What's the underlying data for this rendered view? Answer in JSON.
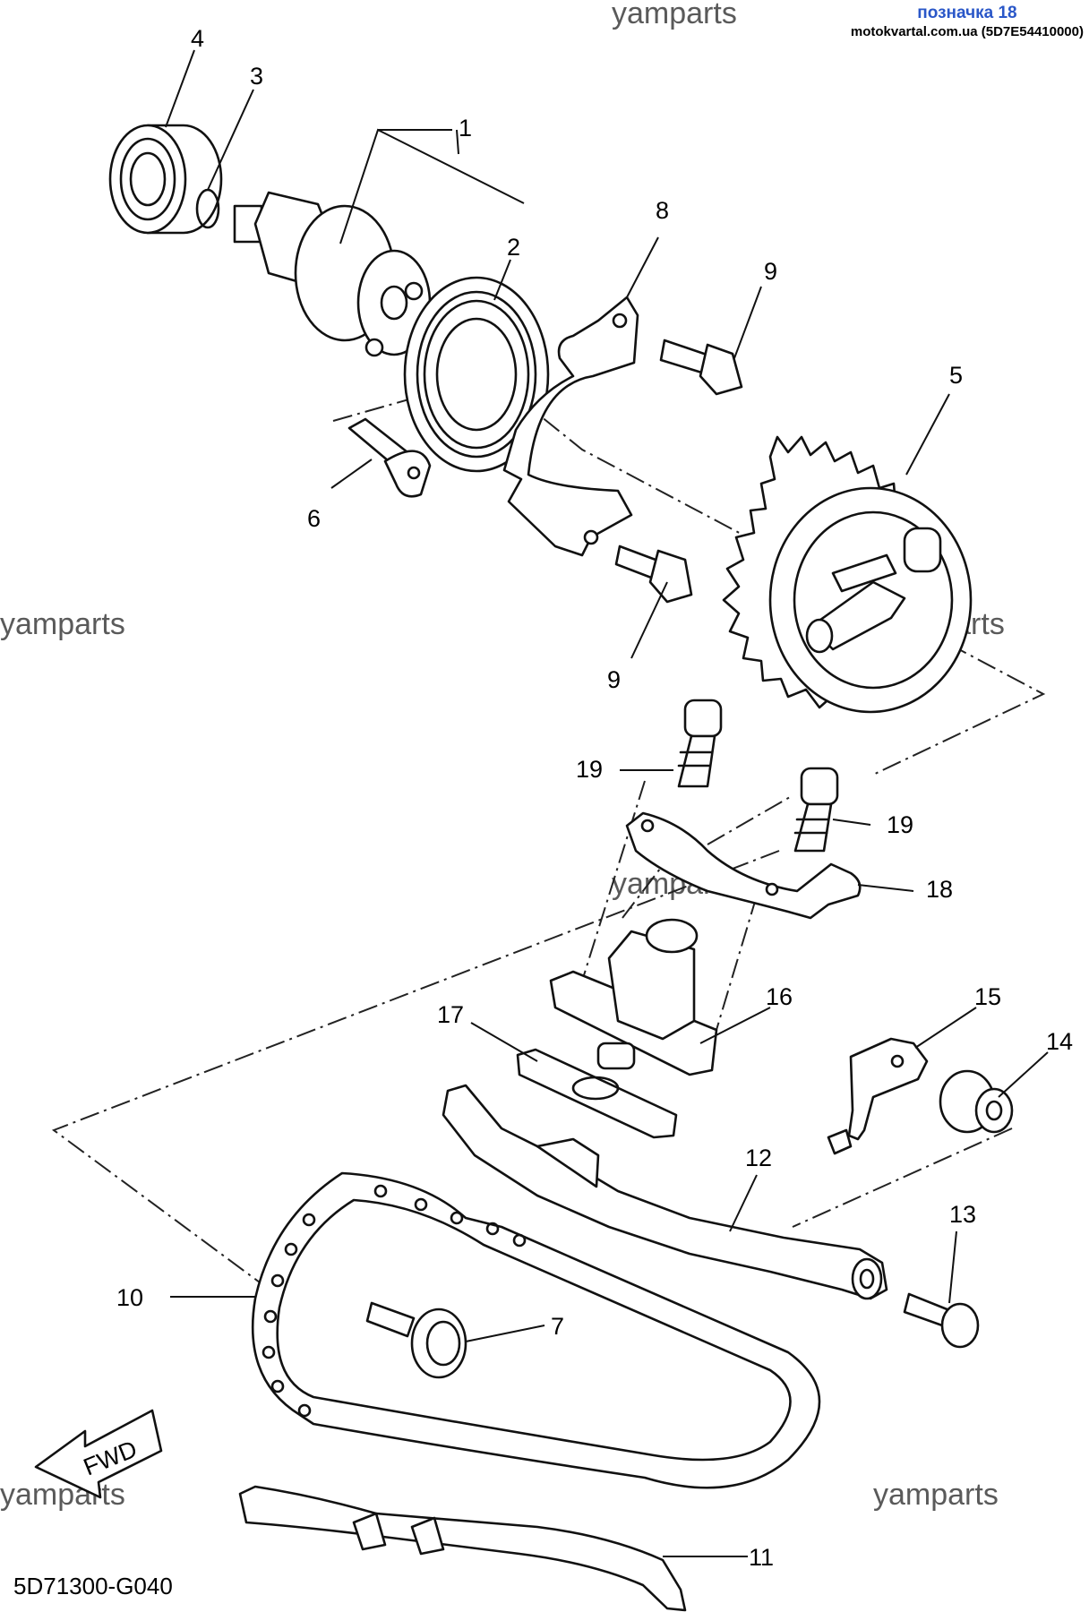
{
  "watermark": "yamparts",
  "tag": {
    "title": "позначка 18",
    "site": "motokvartal.com.ua (5D7E54410000)"
  },
  "diagram_code": "5D71300-G040",
  "fwd_label": "FWD",
  "callouts": {
    "c1": "1",
    "c2": "2",
    "c3": "3",
    "c4": "4",
    "c5": "5",
    "c6": "6",
    "c7": "7",
    "c8": "8",
    "c9a": "9",
    "c9b": "9",
    "c10": "10",
    "c11": "11",
    "c12": "12",
    "c13": "13",
    "c14": "14",
    "c15": "15",
    "c16": "16",
    "c17": "17",
    "c18": "18",
    "c19a": "19",
    "c19b": "19"
  }
}
